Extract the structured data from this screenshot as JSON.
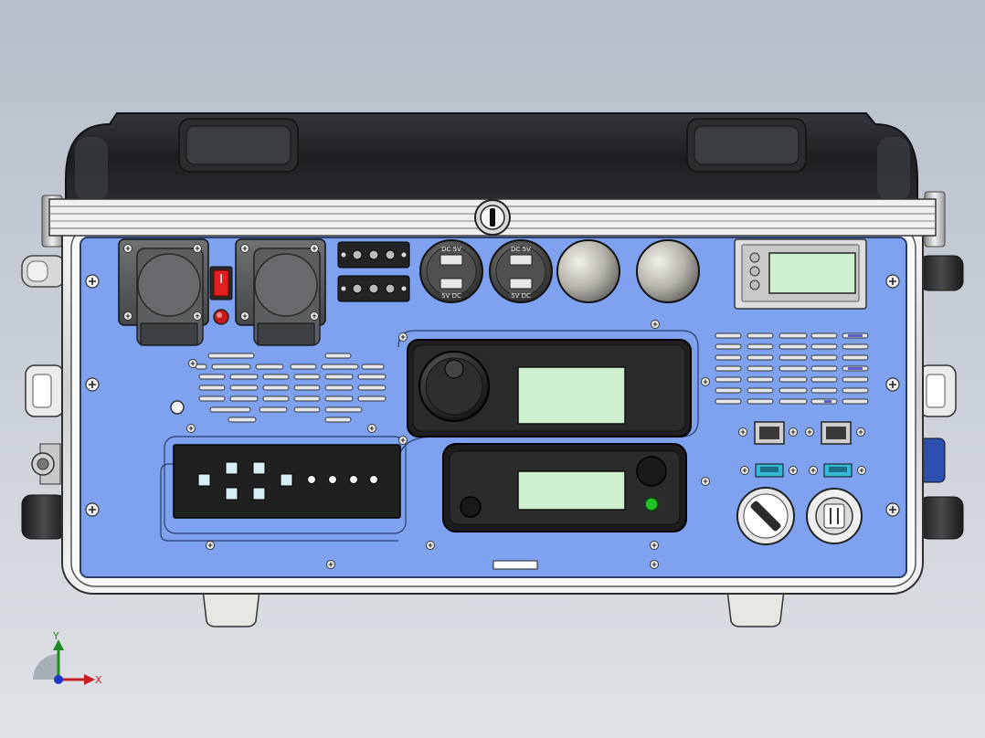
{
  "background": {
    "top": "#b6bfcb",
    "bottom": "#dde1e6"
  },
  "colors": {
    "panel": "#7ea2f0",
    "panel_edge": "#4f6fb6",
    "case_dark": "#1f2124",
    "case_mid": "#303338",
    "frame": "#e9eaea",
    "lcd": "#cff0cf",
    "switch_red": "#e02020",
    "led_green": "#22c322",
    "dark_module": "#262626",
    "jack_teal": "#34b8d8"
  },
  "outlets": {
    "dc_label": "DC 5V",
    "usb_bottom_label": "5V DC"
  },
  "axis_triad": {
    "x_label": "X",
    "y_label": "Y"
  },
  "icons": {
    "lock": "keyhole-lock-icon",
    "screw": "phillips-screw-icon",
    "knob": "rotary-knob-icon"
  }
}
